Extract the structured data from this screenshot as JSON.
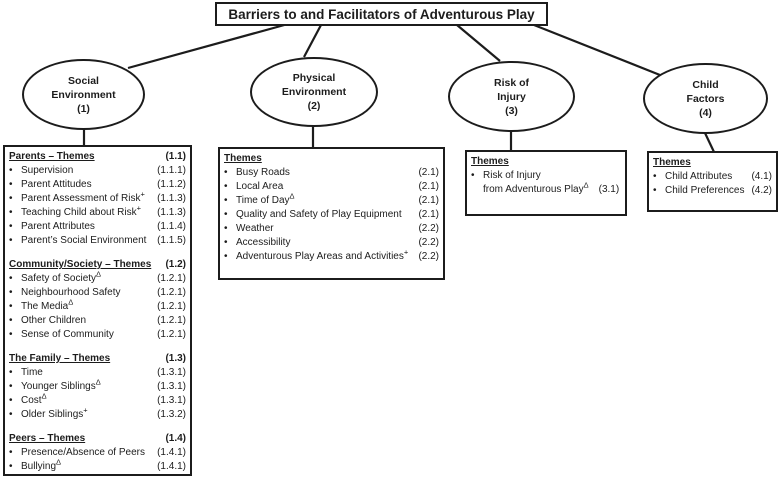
{
  "colors": {
    "ink": "#1c1c1c",
    "background": "#ffffff"
  },
  "title": "Barriers to and Facilitators of Adventurous Play",
  "ovals": [
    {
      "line1": "Social",
      "line2": "Environment",
      "num": "(1)"
    },
    {
      "line1": "Physical",
      "line2": "Environment",
      "num": "(2)"
    },
    {
      "line1": "Risk of",
      "line2": "Injury",
      "num": "(3)"
    },
    {
      "line1": "Child",
      "line2": "Factors",
      "num": "(4)"
    }
  ],
  "box1": {
    "sections": [
      {
        "header": "Parents – Themes",
        "num": "(1.1)",
        "items": [
          {
            "label": "Supervision",
            "sup": "",
            "num": "(1.1.1)"
          },
          {
            "label": "Parent Attitudes",
            "sup": "",
            "num": "(1.1.2)"
          },
          {
            "label": "Parent Assessment of Risk",
            "sup": "+",
            "num": "(1.1.3)"
          },
          {
            "label": "Teaching Child about Risk",
            "sup": "+",
            "num": "(1.1.3)"
          },
          {
            "label": "Parent Attributes",
            "sup": "",
            "num": "(1.1.4)"
          },
          {
            "label": "Parent’s Social Environment",
            "sup": "",
            "num": "(1.1.5)"
          }
        ]
      },
      {
        "header": "Community/Society – Themes",
        "num": "(1.2)",
        "items": [
          {
            "label": "Safety of Society",
            "sup": "Δ",
            "num": "(1.2.1)"
          },
          {
            "label": "Neighbourhood Safety",
            "sup": "",
            "num": "(1.2.1)"
          },
          {
            "label": "The Media",
            "sup": "Δ",
            "num": "(1.2.1)"
          },
          {
            "label": "Other Children",
            "sup": "",
            "num": "(1.2.1)"
          },
          {
            "label": "Sense of Community",
            "sup": "",
            "num": "(1.2.1)"
          }
        ]
      },
      {
        "header": "The Family – Themes",
        "num": "(1.3)",
        "items": [
          {
            "label": "Time",
            "sup": "",
            "num": "(1.3.1)"
          },
          {
            "label": "Younger Siblings",
            "sup": "Δ",
            "num": "(1.3.1)"
          },
          {
            "label": "Cost",
            "sup": "Δ",
            "num": "(1.3.1)"
          },
          {
            "label": "Older Siblings",
            "sup": "+",
            "num": "(1.3.2)"
          }
        ]
      },
      {
        "header": "Peers – Themes",
        "num": "(1.4)",
        "items": [
          {
            "label": "Presence/Absence of Peers",
            "sup": "",
            "num": "(1.4.1)"
          },
          {
            "label": "Bullying",
            "sup": "Δ",
            "num": "(1.4.1)"
          }
        ]
      }
    ]
  },
  "box2": {
    "header": "Themes",
    "items": [
      {
        "label": "Busy Roads",
        "sup": "",
        "num": "(2.1)"
      },
      {
        "label": "Local Area",
        "sup": "",
        "num": "(2.1)"
      },
      {
        "label": "Time of Day",
        "sup": "Δ",
        "num": "(2.1)"
      },
      {
        "label": "Quality and Safety of Play Equipment",
        "sup": "",
        "num": "(2.1)"
      },
      {
        "label": "Weather",
        "sup": "",
        "num": "(2.2)"
      },
      {
        "label": "Accessibility",
        "sup": "",
        "num": "(2.2)"
      },
      {
        "label": "Adventurous Play Areas and Activities",
        "sup": "+",
        "num": "(2.2)"
      }
    ]
  },
  "box3": {
    "header": "Themes",
    "item": {
      "line1": "Risk of Injury",
      "line2": "from Adventurous Play",
      "sup": "Δ",
      "num": "(3.1)"
    }
  },
  "box4": {
    "header": "Themes",
    "items": [
      {
        "label": "Child Attributes",
        "sup": "",
        "num": "(4.1)"
      },
      {
        "label": "Child Preferences",
        "sup": "",
        "num": "(4.2)"
      }
    ]
  }
}
